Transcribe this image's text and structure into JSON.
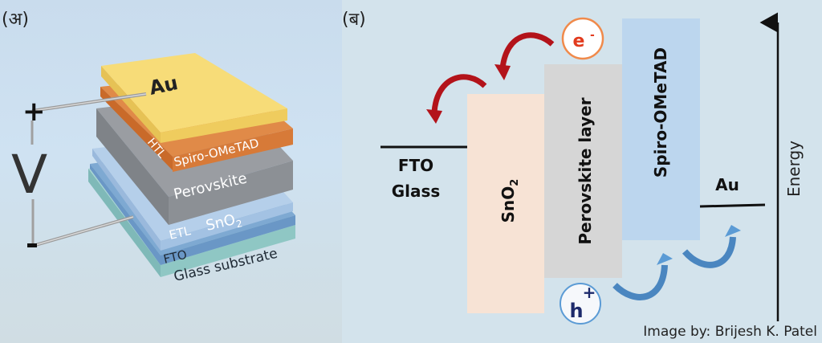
{
  "panel_a": {
    "label": "(अ)",
    "voltage": {
      "symbol": "V",
      "plus": "+",
      "minus": "-"
    },
    "layers": [
      {
        "name": "Au",
        "label": "Au",
        "color": "#f6d66a"
      },
      {
        "name": "HTL",
        "prefix": "HTL",
        "label": "Spiro-OMeTAD",
        "color": "#d97a3c"
      },
      {
        "name": "Perovskite",
        "label": "Perovskite",
        "color": "#8e9196"
      },
      {
        "name": "ETL",
        "prefix": "ETL",
        "label": "SnO",
        "subscript": "2",
        "color": "#9fc0e2"
      },
      {
        "name": "FTO",
        "label": "FTO",
        "color": "#6f9cc8"
      },
      {
        "name": "Glass",
        "label": "Glass substrate",
        "color": "#8fc6c4"
      }
    ]
  },
  "panel_b": {
    "label": "(ब)",
    "fto": {
      "line1": "FTO",
      "line2": "Glass"
    },
    "sno2": {
      "label": "SnO",
      "subscript": "2",
      "color": "#f7e3d5"
    },
    "perovskite": {
      "label": "Perovskite layer",
      "color": "#d6d6d6"
    },
    "spiro": {
      "label": "Spiro-OMeTAD",
      "color": "#bcd6ee"
    },
    "au": {
      "label": "Au"
    },
    "electron": {
      "symbol": "e",
      "charge": "-",
      "color": "#e23b1e",
      "ring": "#f08a4b"
    },
    "hole": {
      "symbol": "h",
      "charge": "+",
      "color": "#1d2a6b",
      "ring": "#5b9bd5"
    },
    "axis_label": "Energy",
    "arrow_colors": {
      "electron": "#c0141a",
      "hole": "#5b9bd5"
    }
  },
  "credit": "Image by: Brijesh K. Patel"
}
